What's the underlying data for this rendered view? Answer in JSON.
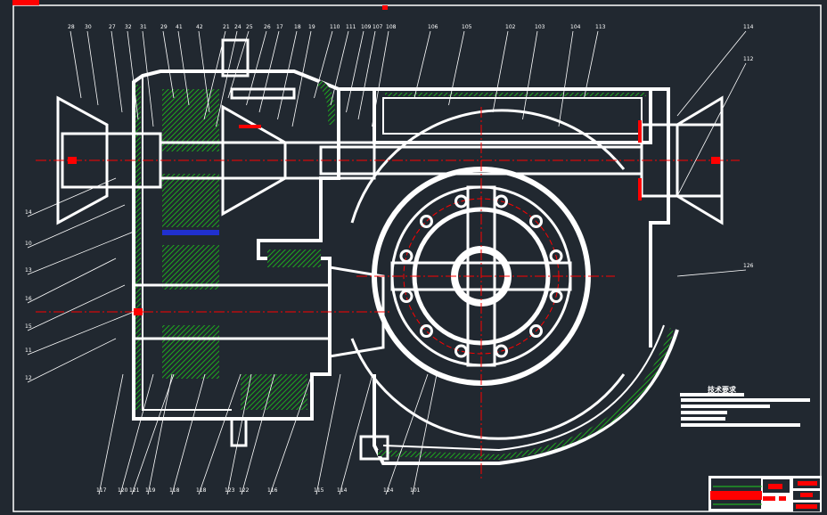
{
  "drawing": {
    "tech_requirements_title": "技术要求",
    "colors": {
      "background": "#212830",
      "line": "#ffffff",
      "hatch": "#1fa81f",
      "center": "#ff0000"
    },
    "top_labels": [
      "28",
      "30",
      "27",
      "32",
      "31",
      "29",
      "41",
      "42",
      "21",
      "24",
      "25",
      "26",
      "17",
      "18",
      "19",
      "110",
      "111",
      "109",
      "107",
      "108",
      "106",
      "105",
      "102",
      "103",
      "104",
      "113"
    ],
    "left_labels": [
      "14",
      "10",
      "13",
      "16",
      "15",
      "11",
      "12"
    ],
    "bottom_labels": [
      "117",
      "120",
      "121",
      "119",
      "118",
      "118",
      "123",
      "122",
      "116",
      "115",
      "114",
      "124",
      "101"
    ],
    "right_labels": [
      "114",
      "112",
      "126"
    ]
  }
}
